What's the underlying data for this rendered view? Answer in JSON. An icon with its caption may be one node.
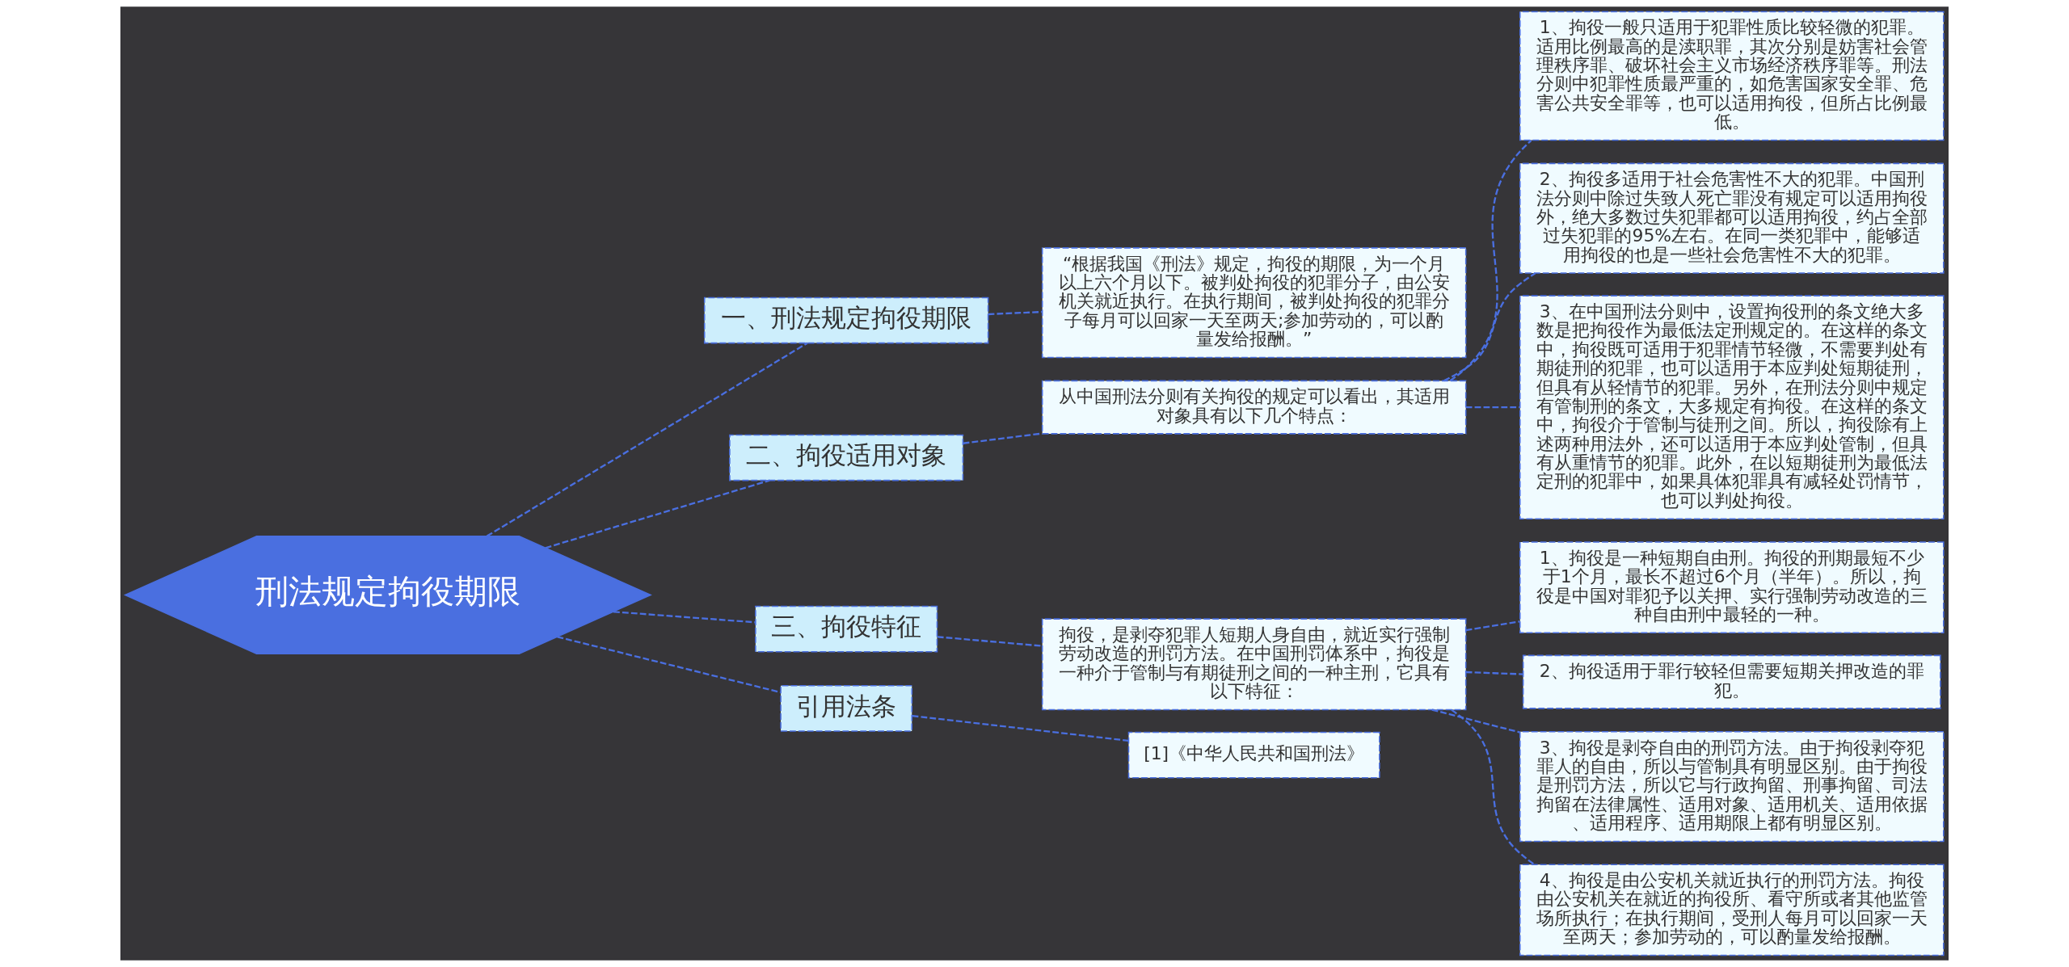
{
  "diagram": {
    "nodes": [
      {
        "text": [
          "刑法规定拘役期限"
        ]
      },
      {
        "text": [
          "一、刑法规定拘役期限"
        ]
      },
      {
        "text": [
          "“根据我国《刑法》规定，拘役的期限，为一个月以上六个月以下。被判处拘役的犯罪分子，由公安机关就近执行。在执行期间，被判处拘役的犯罪分子每月可以回家一天至两天;参加劳动的，可以酌量发给报酬。”"
        ]
      },
      {
        "text": [
          "二、拘役适用对象"
        ]
      },
      {
        "text": [
          "从中国刑法分则有关拘役的规定可以看出，其适用对象具有以下几个特点："
        ]
      },
      {
        "text": [
          "1、拘役一般只适用于犯罪性质比较轻微的犯罪。适用比例最高的是渎职罪，其次分别是妨害社会管理秩序罪、破坏社会主义市场经济秩序罪等。刑法分则中犯罪性质最严重的，如危害国家安全罪、危害公共安全罪等，也可以适用拘役，但所占比例最低。"
        ]
      },
      {
        "text": [
          "2、拘役多适用于社会危害性不大的犯罪。中国刑法分则中除过失致人死亡罪没有规定可以适用拘役外，绝大多数过失犯罪都可以适用拘役，约占全部过失犯罪的95%左右。在同一类犯罪中，能够适用拘役的也是一些社会危害性不大的犯罪。"
        ]
      },
      {
        "text": [
          "3、在中国刑法分则中，设置拘役刑的条文绝大多数是把拘役作为最低法定刑规定的。在这样的条文中，拘役既可适用于犯罪情节轻微，不需要判处有期徒刑的犯罪，也可以适用于本应判处短期徒刑，但具有从轻情节的犯罪。另外，在刑法分则中规定有管制刑的条文，大多规定有拘役。在这样的条文中，拘役介于管制与徒刑之间。所以，拘役除有上述两种用法外，还可以适用于本应判处管制，但具有从重情节的犯罪。此外，在以短期徒刑为最低法定刑的犯罪中，如果具体犯罪具有减轻处罚情节，也可以判处拘役。"
        ]
      },
      {
        "text": [
          "三、拘役特征"
        ]
      },
      {
        "text": [
          "拘役，是剥夺犯罪人短期人身自由，就近实行强制劳动改造的刑罚方法。在中国刑罚体系中，拘役是一种介于管制与有期徒刑之间的一种主刑，它具有以下特征："
        ]
      },
      {
        "text": [
          "1、拘役是一种短期自由刑。拘役的刑期最短不少于1个月，最长不超过6个月（半年）。所以，拘役是中国对罪犯予以关押、实行强制劳动改造的三种自由刑中最轻的一种。"
        ]
      },
      {
        "text": [
          "2、拘役适用于罪行较轻但需要短期关押改造的罪犯。"
        ]
      },
      {
        "text": [
          "3、拘役是剥夺自由的刑罚方法。由于拘役剥夺犯罪人的自由，所以与管制具有明显区别。由于拘役是刑罚方法，所以它与行政拘留、刑事拘留、司法拘留在法律属性、适用对象、适用机关、适用依据、适用程序、适用期限上都有明显区别。"
        ]
      },
      {
        "text": [
          "4、拘役是由公安机关就近执行的刑罚方法。拘役由公安机关在就近的拘役所、看守所或者其他监管场所执行；在执行期间，受刑人每月可以回家一天至两天；参加劳动的，可以酌量发给报酬。"
        ]
      },
      {
        "text": [
          "引用法条"
        ]
      },
      {
        "text": [
          "[1]《中华人民共和国刑法》"
        ]
      }
    ],
    "edges": [
      {
        "from": 0,
        "to": 1,
        "arrow": "none"
      },
      {
        "from": 1,
        "to": 2,
        "arrow": "none"
      },
      {
        "from": 0,
        "to": 3,
        "arrow": "none"
      },
      {
        "from": 3,
        "to": 4,
        "arrow": "none"
      },
      {
        "from": 4,
        "to": 5,
        "arrow": "none"
      },
      {
        "from": 4,
        "to": 6,
        "arrow": "none"
      },
      {
        "from": 4,
        "to": 7,
        "arrow": "none"
      },
      {
        "from": 0,
        "to": 8,
        "arrow": "none"
      },
      {
        "from": 8,
        "to": 9,
        "arrow": "none"
      },
      {
        "from": 9,
        "to": 10,
        "arrow": "none"
      },
      {
        "from": 9,
        "to": 11,
        "arrow": "none"
      },
      {
        "from": 9,
        "to": 12,
        "arrow": "none"
      },
      {
        "from": 9,
        "to": 13,
        "arrow": "none"
      },
      {
        "from": 0,
        "to": 14,
        "arrow": "none"
      },
      {
        "from": 14,
        "to": 15,
        "arrow": "none"
      }
    ]
  }
}
